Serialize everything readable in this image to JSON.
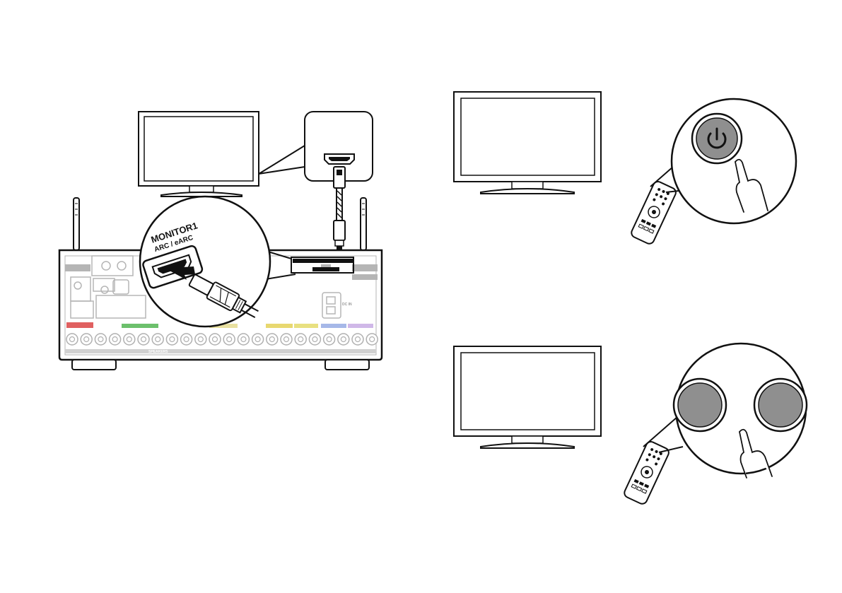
{
  "connection_panel": {
    "hdmi_label_line1": "MONITOR1",
    "hdmi_label_line2": "ARC / eARC",
    "speakers_label": "SPEAKERS",
    "dc_label": "DC IN"
  },
  "icons": {
    "tv": "tv-icon",
    "receiver": "av-receiver-icon",
    "hdmi_port": "hdmi-port-icon",
    "hdmi_cable": "hdmi-cable-icon",
    "power": "power-icon",
    "remote": "remote-control-icon",
    "hand": "pointing-hand-icon",
    "antenna": "antenna-icon",
    "arrow": "insert-arrow-icon"
  },
  "colors": {
    "line": "#111111",
    "button_fill": "#8f8f8f",
    "panel_grey": "#b5b5b5",
    "stripe_red": "#e06060",
    "stripe_green": "#6cc06c",
    "stripe_yellow": "#e8d870",
    "stripe_blue": "#7a9ad8",
    "stripe_purple": "#b890d8"
  }
}
